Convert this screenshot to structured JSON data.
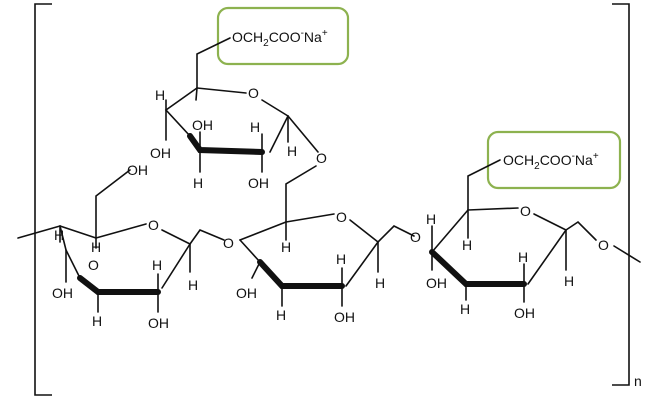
{
  "colors": {
    "highlight_box": "#8db24f",
    "ink": "#111111"
  },
  "brackets": {
    "subscript": "n"
  },
  "substituents": {
    "top": {
      "text_a": "OCH",
      "sub": "2",
      "text_b": "COO",
      "sup1": "-",
      "text_c": "Na",
      "sup2": "+"
    },
    "right": {
      "text_a": "OCH",
      "sub": "2",
      "text_b": "COO",
      "sup1": "-",
      "text_c": "Na",
      "sup2": "+"
    }
  },
  "atoms": {
    "O": "O",
    "H": "H",
    "OH": "OH"
  }
}
